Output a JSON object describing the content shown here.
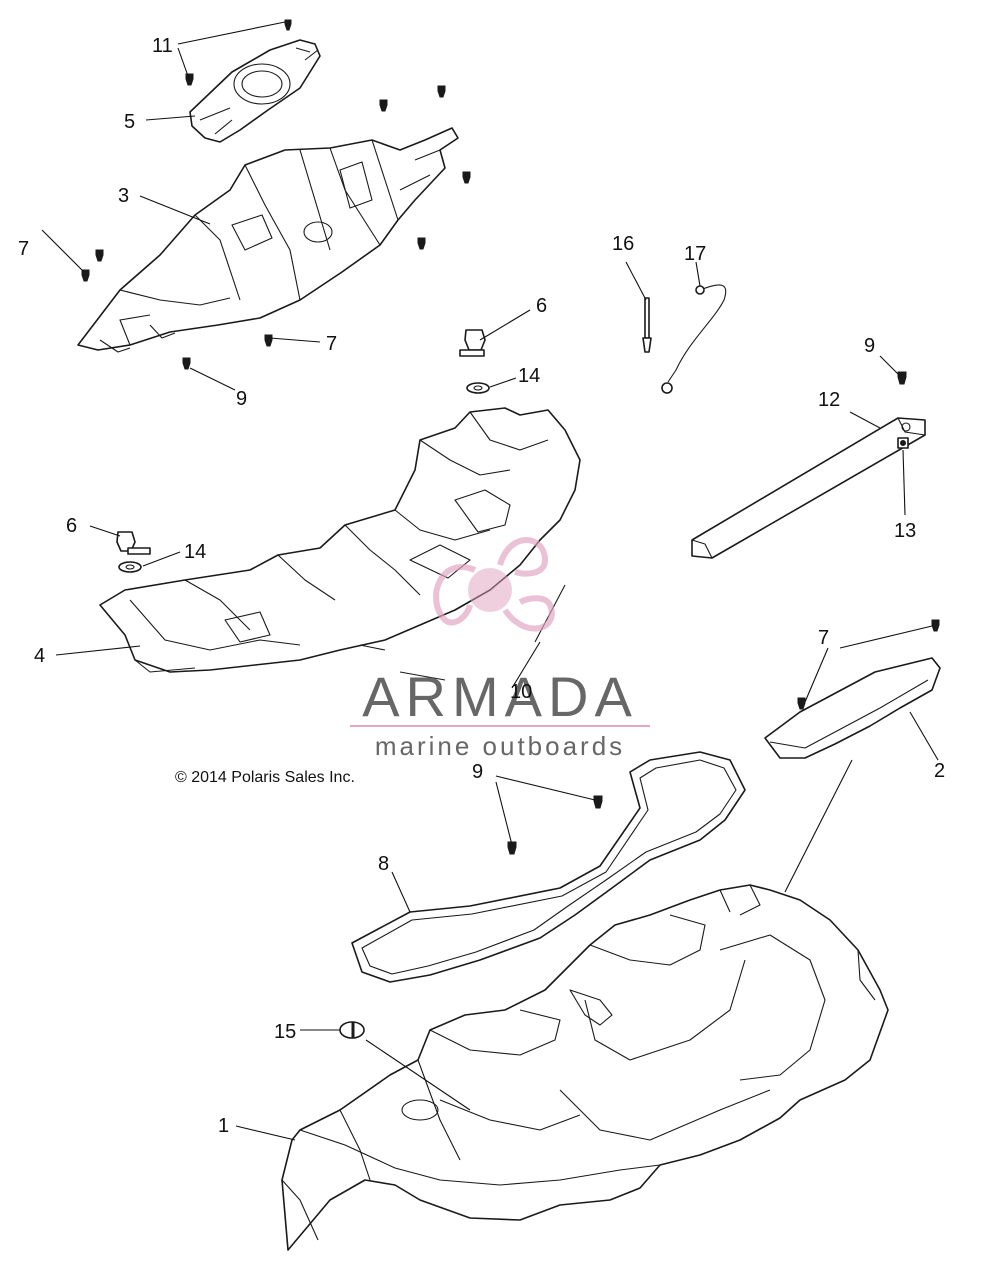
{
  "copyright": "© 2014 Polaris Sales Inc.",
  "watermark": {
    "brand": "ARMADA",
    "tagline": "marine outboards",
    "accent_color": "#e0a3c0",
    "text_color": "#5f5f5f"
  },
  "callouts": {
    "c1": "1",
    "c2": "2",
    "c3": "3",
    "c4": "4",
    "c5": "5",
    "c6a": "6",
    "c6b": "6",
    "c7a": "7",
    "c7b": "7",
    "c7c": "7",
    "c8": "8",
    "c9a": "9",
    "c9b": "9",
    "c9c": "9",
    "c10": "10",
    "c11": "11",
    "c12": "12",
    "c13": "13",
    "c14a": "14",
    "c14b": "14",
    "c15": "15",
    "c16": "16",
    "c17": "17"
  }
}
